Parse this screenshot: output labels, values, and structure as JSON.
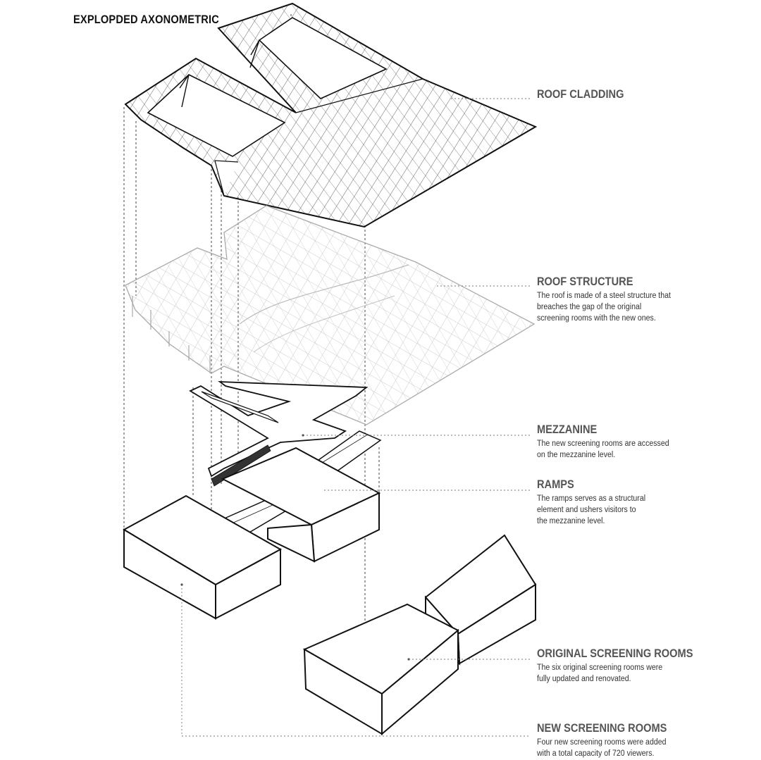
{
  "title": "EXPLOPDED AXONOMETRIC",
  "labels": {
    "roof_cladding": {
      "title": "ROOF CLADDING",
      "lines": []
    },
    "roof_structure": {
      "title": "ROOF STRUCTURE",
      "lines": [
        "The roof is made of a steel structure that",
        "breaches the gap of the original",
        "screening rooms with the new ones."
      ]
    },
    "mezzanine": {
      "title": "MEZZANINE",
      "lines": [
        "The new screening rooms are accessed",
        "on the mezzanine level."
      ]
    },
    "ramps": {
      "title": "RAMPS",
      "lines": [
        "The ramps serves as a structural",
        "element and ushers visitors to",
        "the mezzanine level."
      ]
    },
    "original_rooms": {
      "title": "ORIGINAL SCREENING ROOMS",
      "lines": [
        "The six original screening rooms were",
        "fully updated and renovated."
      ]
    },
    "new_rooms": {
      "title": "NEW SCREENING ROOMS",
      "lines": [
        "Four new screening rooms were added",
        "with a total capacity of 720 viewers."
      ]
    }
  },
  "colors": {
    "ink": "#111111",
    "label": "#555555",
    "structure": "#b5b5b5",
    "leader": "#888888"
  }
}
